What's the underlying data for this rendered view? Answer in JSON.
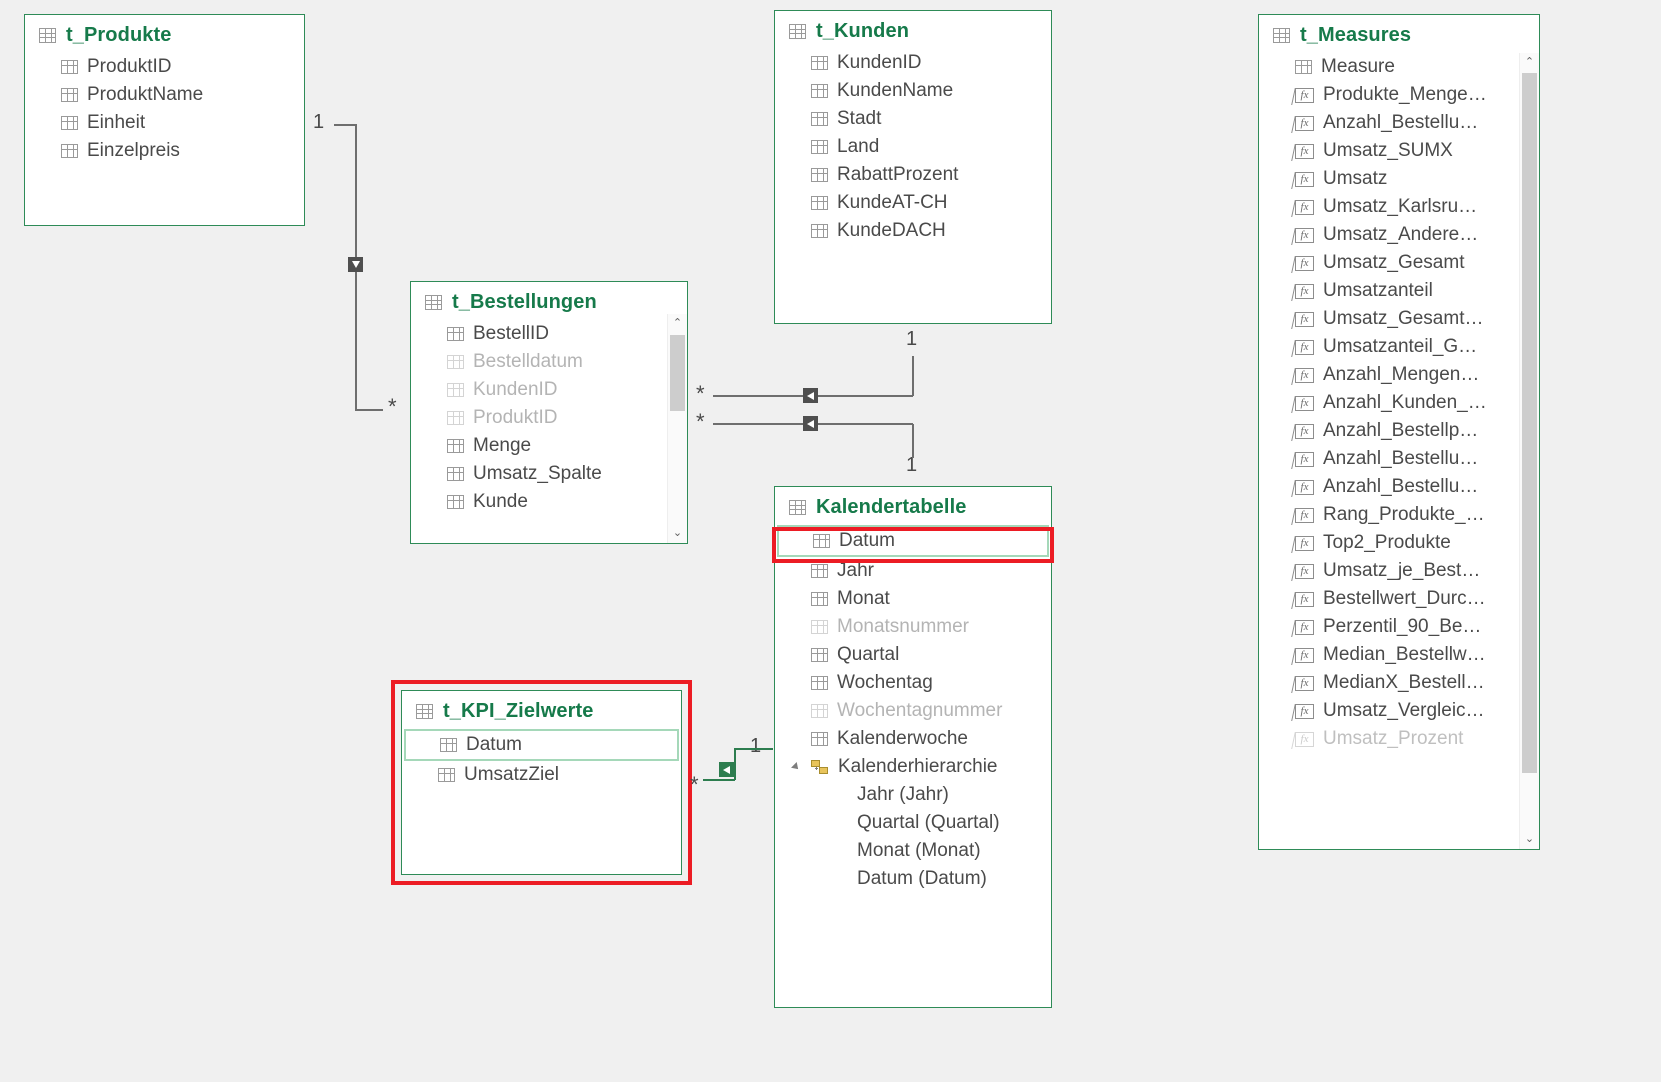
{
  "view": {
    "name": "power-bi-model-view",
    "background": "#f0f0f0",
    "accent_table_header": "#167a4a",
    "accent_border": "#2e8b57",
    "highlight_color": "#ec1c24",
    "selection_color": "#a5d8b9"
  },
  "tables": [
    {
      "name": "t_Produkte",
      "fields": [
        {
          "label": "ProduktID",
          "icon": "column-icon",
          "dim": false
        },
        {
          "label": "ProduktName",
          "icon": "column-icon",
          "dim": false
        },
        {
          "label": "Einheit",
          "icon": "column-icon",
          "dim": false
        },
        {
          "label": "Einzelpreis",
          "icon": "column-icon",
          "dim": false
        }
      ]
    },
    {
      "name": "t_Bestellungen",
      "fields": [
        {
          "label": "BestellID",
          "icon": "column-icon",
          "dim": false
        },
        {
          "label": "Bestelldatum",
          "icon": "column-icon",
          "dim": true
        },
        {
          "label": "KundenID",
          "icon": "column-icon",
          "dim": true
        },
        {
          "label": "ProduktID",
          "icon": "column-icon",
          "dim": true
        },
        {
          "label": "Menge",
          "icon": "column-icon",
          "dim": false
        },
        {
          "label": "Umsatz_Spalte",
          "icon": "column-icon",
          "dim": false
        },
        {
          "label": "Kunde",
          "icon": "column-icon",
          "dim": false
        }
      ],
      "scrollbar": {
        "up": "⌃",
        "down": "⌄"
      }
    },
    {
      "name": "t_Kunden",
      "fields": [
        {
          "label": "KundenID",
          "icon": "column-icon",
          "dim": false
        },
        {
          "label": "KundenName",
          "icon": "column-icon",
          "dim": false
        },
        {
          "label": "Stadt",
          "icon": "column-icon",
          "dim": false
        },
        {
          "label": "Land",
          "icon": "column-icon",
          "dim": false
        },
        {
          "label": "RabattProzent",
          "icon": "column-icon",
          "dim": false
        },
        {
          "label": "KundeAT-CH",
          "icon": "column-icon",
          "dim": false
        },
        {
          "label": "KundeDACH",
          "icon": "column-icon",
          "dim": false
        }
      ]
    },
    {
      "name": "t_KPI_Zielwerte",
      "highlighted": true,
      "fields": [
        {
          "label": "Datum",
          "icon": "column-icon",
          "dim": false,
          "selected": true
        },
        {
          "label": "UmsatzZiel",
          "icon": "column-icon",
          "dim": false
        }
      ]
    },
    {
      "name": "Kalendertabelle",
      "fields": [
        {
          "label": "Datum",
          "icon": "column-icon",
          "dim": false,
          "selected": true,
          "highlighted": true
        },
        {
          "label": "Jahr",
          "icon": "column-icon",
          "dim": false
        },
        {
          "label": "Monat",
          "icon": "column-icon",
          "dim": false
        },
        {
          "label": "Monatsnummer",
          "icon": "column-icon",
          "dim": true
        },
        {
          "label": "Quartal",
          "icon": "column-icon",
          "dim": false
        },
        {
          "label": "Wochentag",
          "icon": "column-icon",
          "dim": false
        },
        {
          "label": "Wochentagnummer",
          "icon": "column-icon",
          "dim": true
        },
        {
          "label": "Kalenderwoche",
          "icon": "column-icon",
          "dim": false
        },
        {
          "label": "Kalenderhierarchie",
          "icon": "hierarchy-icon",
          "dim": false,
          "expanded": true
        },
        {
          "label": "Jahr (Jahr)",
          "icon": "none",
          "dim": false,
          "child": true
        },
        {
          "label": "Quartal (Quartal)",
          "icon": "none",
          "dim": false,
          "child": true
        },
        {
          "label": "Monat (Monat)",
          "icon": "none",
          "dim": false,
          "child": true
        },
        {
          "label": "Datum (Datum)",
          "icon": "none",
          "dim": false,
          "child": true
        }
      ]
    },
    {
      "name": "t_Measures",
      "scrollbar": {
        "up": "⌃",
        "down": "⌄"
      },
      "fields": [
        {
          "label": "Measure",
          "icon": "column-icon",
          "dim": false
        },
        {
          "label": "Produkte_Menge…",
          "icon": "measure-icon",
          "dim": false
        },
        {
          "label": "Anzahl_Bestellu…",
          "icon": "measure-icon",
          "dim": false
        },
        {
          "label": "Umsatz_SUMX",
          "icon": "measure-icon",
          "dim": false
        },
        {
          "label": "Umsatz",
          "icon": "measure-icon",
          "dim": false
        },
        {
          "label": "Umsatz_Karlsru…",
          "icon": "measure-icon",
          "dim": false
        },
        {
          "label": "Umsatz_Andere…",
          "icon": "measure-icon",
          "dim": false
        },
        {
          "label": "Umsatz_Gesamt",
          "icon": "measure-icon",
          "dim": false
        },
        {
          "label": "Umsatzanteil",
          "icon": "measure-icon",
          "dim": false
        },
        {
          "label": "Umsatz_Gesamt…",
          "icon": "measure-icon",
          "dim": false
        },
        {
          "label": "Umsatzanteil_G…",
          "icon": "measure-icon",
          "dim": false
        },
        {
          "label": "Anzahl_Mengen…",
          "icon": "measure-icon",
          "dim": false
        },
        {
          "label": "Anzahl_Kunden_…",
          "icon": "measure-icon",
          "dim": false
        },
        {
          "label": "Anzahl_Bestellp…",
          "icon": "measure-icon",
          "dim": false
        },
        {
          "label": "Anzahl_Bestellu…",
          "icon": "measure-icon",
          "dim": false
        },
        {
          "label": "Anzahl_Bestellu…",
          "icon": "measure-icon",
          "dim": false
        },
        {
          "label": "Rang_Produkte_…",
          "icon": "measure-icon",
          "dim": false
        },
        {
          "label": "Top2_Produkte",
          "icon": "measure-icon",
          "dim": false
        },
        {
          "label": "Umsatz_je_Best…",
          "icon": "measure-icon",
          "dim": false
        },
        {
          "label": "Bestellwert_Durc…",
          "icon": "measure-icon",
          "dim": false
        },
        {
          "label": "Perzentil_90_Be…",
          "icon": "measure-icon",
          "dim": false
        },
        {
          "label": "Median_Bestellw…",
          "icon": "measure-icon",
          "dim": false
        },
        {
          "label": "MedianX_Bestell…",
          "icon": "measure-icon",
          "dim": false
        },
        {
          "label": "Umsatz_Vergleic…",
          "icon": "measure-icon",
          "dim": false
        },
        {
          "label": "Umsatz_Prozent",
          "icon": "measure-icon",
          "dim": false
        }
      ]
    }
  ],
  "relationships": [
    {
      "from": "t_Produkte",
      "to": "t_Bestellungen",
      "one": "1",
      "many": "*",
      "active": true
    },
    {
      "from": "t_Kunden",
      "to": "t_Bestellungen",
      "one": "1",
      "many": "*",
      "active": true
    },
    {
      "from": "Kalendertabelle",
      "to": "t_Bestellungen",
      "one": "1",
      "many": "*",
      "active": true
    },
    {
      "from": "Kalendertabelle",
      "to": "t_KPI_Zielwerte",
      "one": "1",
      "many": "*",
      "active": true,
      "highlighted": true
    }
  ],
  "cardinality_labels": {
    "one": "1",
    "many": "*"
  }
}
